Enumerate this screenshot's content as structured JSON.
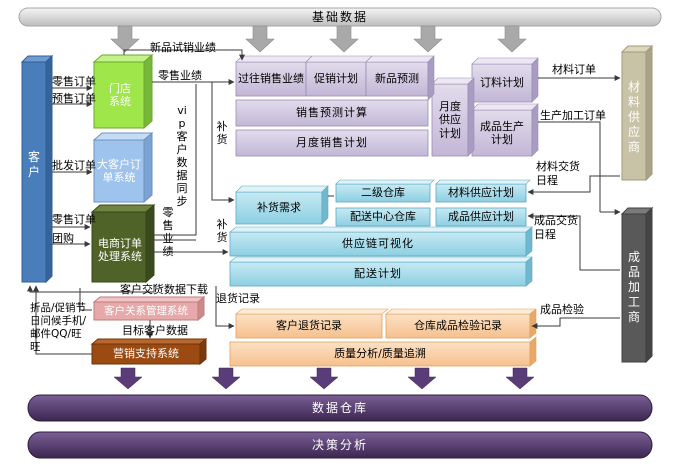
{
  "top_bar": {
    "label": "基础数据"
  },
  "bottom_bars": {
    "warehouse": "数据仓库",
    "decision": "决策分析"
  },
  "customer": {
    "label": "客户"
  },
  "material_supplier": {
    "label": "材料供应商"
  },
  "product_processor": {
    "label": "成品加工商"
  },
  "systems": {
    "store": "门店系统",
    "key_account": "大客户订单系统",
    "ecommerce": "电商订单处理系统",
    "crm": "客户关系管理系统",
    "marketing": "营销支持系统"
  },
  "planning": {
    "seasonal_sales": "过往销售业绩",
    "promo_plan": "促销计划",
    "new_forecast": "新品预测",
    "sales_forecast_calc": "销售预测计算",
    "monthly_sales_plan": "月度销售计划",
    "monthly_supply_plan": "月度供应计划",
    "order_plan": "订料计划",
    "production_plan": "成品生产计划"
  },
  "supply": {
    "replenish_demand": "补货需求",
    "secondary_warehouse": "二级仓库",
    "material_supply_plan": "材料供应计划",
    "dc_warehouse": "配送中心仓库",
    "product_supply_plan": "成品供应计划",
    "visibility": "供应链可视化",
    "delivery_plan": "配送计划"
  },
  "returns": {
    "customer_return": "客户退货记录",
    "warehouse_inspection": "仓库成品检验记录",
    "quality": "质量分析/质量追溯"
  },
  "labels": {
    "retail_order": "零售订单",
    "presale_order": "预售订单",
    "wholesale_order": "批发订单",
    "retail_order2": "零售订单",
    "group_buy": "团购",
    "trial_sales": "新品试销业绩",
    "retail_perf1": "零售业绩",
    "retail_perf2": "零售业绩",
    "vip_sync": "vip客户数据同步",
    "replenish1": "补货",
    "replenish2": "补货",
    "material_order": "材料订单",
    "production_order": "生产加工订单",
    "material_delivery": "材料交货日程",
    "product_delivery": "成品交货日程",
    "customer_delivery_download": "客户交货数据下载",
    "return_record": "退货记录",
    "product_inspection": "成品检验",
    "target_customer": "目标客户数据",
    "marketing_channels": "折品/促销节日问候手机/邮件QQ/旺旺"
  }
}
